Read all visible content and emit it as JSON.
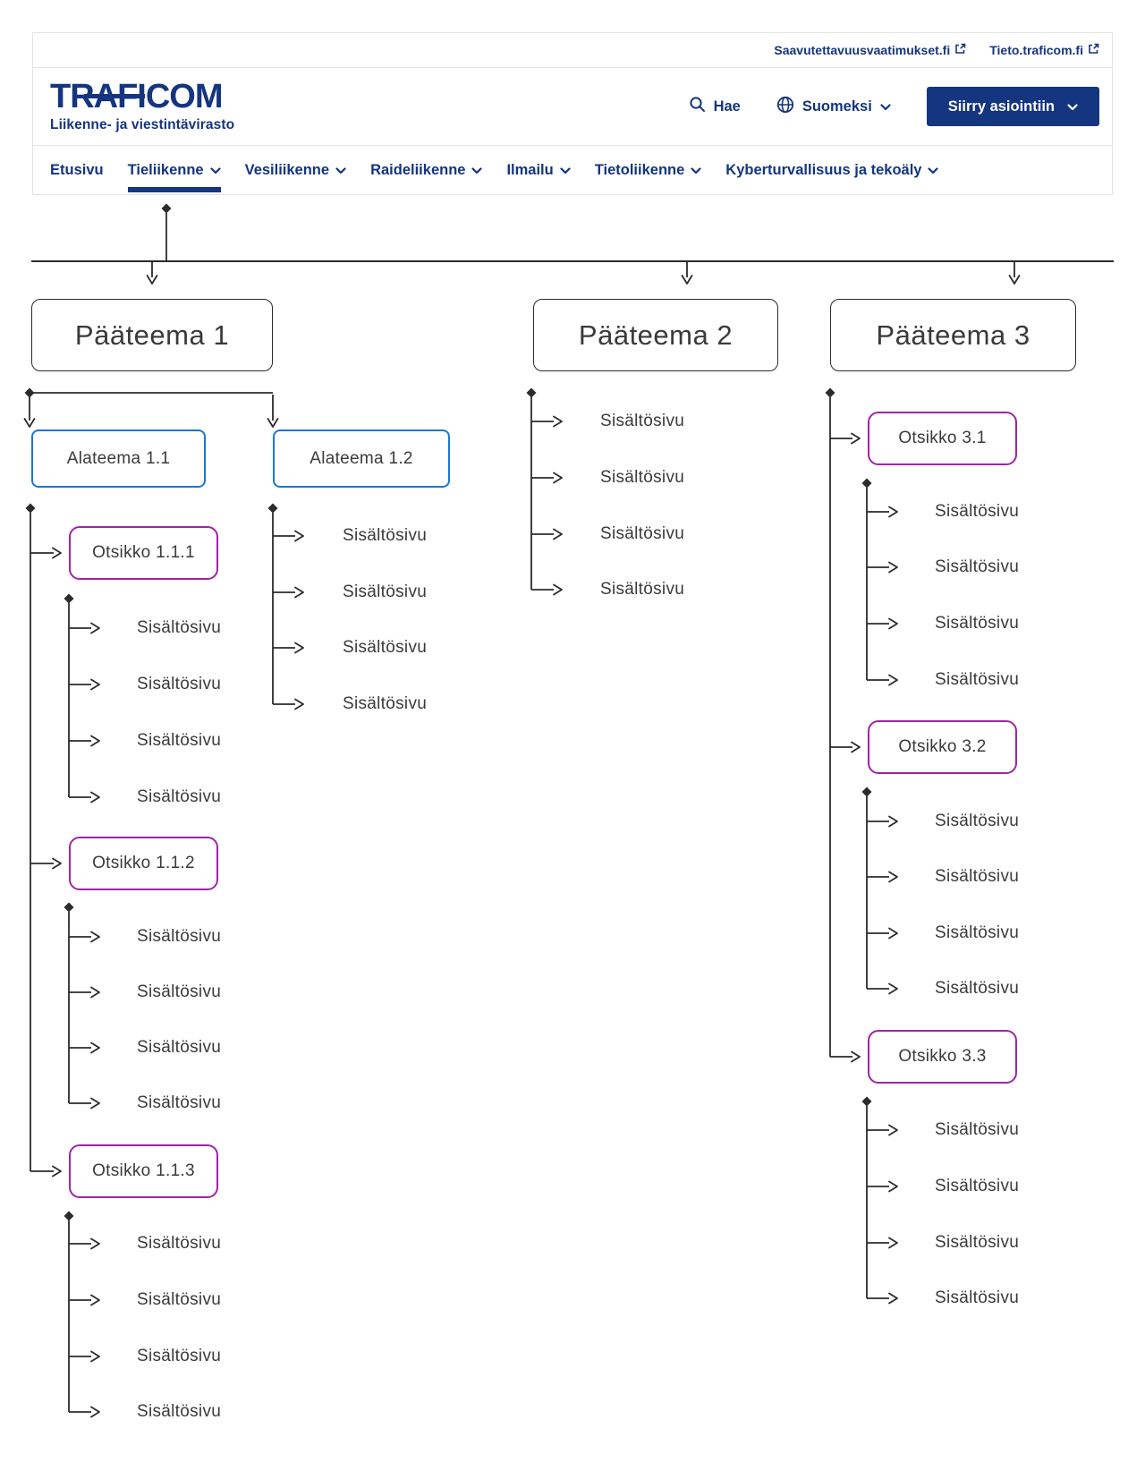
{
  "header": {
    "topbar": {
      "links": [
        "Saavutettavuusvaatimukset.fi",
        "Tieto.traficom.fi"
      ]
    },
    "logo": {
      "title": "TRAFICOM",
      "subtitle": "Liikenne- ja viestintävirasto"
    },
    "tools": {
      "search_label": "Hae",
      "language_label": "Suomeksi",
      "cta_label": "Siirry asiointiin"
    },
    "nav": [
      {
        "label": "Etusivu",
        "has_dropdown": false,
        "active": false
      },
      {
        "label": "Tieliikenne",
        "has_dropdown": true,
        "active": true
      },
      {
        "label": "Vesiliikenne",
        "has_dropdown": true,
        "active": false
      },
      {
        "label": "Raideliikenne",
        "has_dropdown": true,
        "active": false
      },
      {
        "label": "Ilmailu",
        "has_dropdown": true,
        "active": false
      },
      {
        "label": "Tietoliikenne",
        "has_dropdown": true,
        "active": false
      },
      {
        "label": "Kyberturvallisuus ja tekoäly",
        "has_dropdown": true,
        "active": false
      }
    ]
  },
  "diagram": {
    "themes": [
      {
        "label": "Pääteema 1",
        "children": [
          {
            "label": "Alateema 1.1",
            "headings": [
              {
                "label": "Otsikko 1.1.1",
                "items": [
                  "Sisältösivu",
                  "Sisältösivu",
                  "Sisältösivu",
                  "Sisältösivu"
                ]
              },
              {
                "label": "Otsikko 1.1.2",
                "items": [
                  "Sisältösivu",
                  "Sisältösivu",
                  "Sisältösivu",
                  "Sisältösivu"
                ]
              },
              {
                "label": "Otsikko 1.1.3",
                "items": [
                  "Sisältösivu",
                  "Sisältösivu",
                  "Sisältösivu",
                  "Sisältösivu"
                ]
              }
            ]
          },
          {
            "label": "Alateema 1.2",
            "items": [
              "Sisältösivu",
              "Sisältösivu",
              "Sisältösivu",
              "Sisältösivu"
            ]
          }
        ]
      },
      {
        "label": "Pääteema 2",
        "items": [
          "Sisältösivu",
          "Sisältösivu",
          "Sisältösivu",
          "Sisältösivu"
        ]
      },
      {
        "label": "Pääteema 3",
        "headings": [
          {
            "label": "Otsikko 3.1",
            "items": [
              "Sisältösivu",
              "Sisältösivu",
              "Sisältösivu",
              "Sisältösivu"
            ]
          },
          {
            "label": "Otsikko 3.2",
            "items": [
              "Sisältösivu",
              "Sisältösivu",
              "Sisältösivu",
              "Sisältösivu"
            ]
          },
          {
            "label": "Otsikko 3.3",
            "items": [
              "Sisältösivu",
              "Sisältösivu",
              "Sisältösivu",
              "Sisältösivu"
            ]
          }
        ]
      }
    ]
  },
  "colors": {
    "brand_navy": "#14357F",
    "connector_dark": "#2B2B2B",
    "subtheme_blue": "#1C75D8",
    "heading_purple": "#A023A8"
  }
}
